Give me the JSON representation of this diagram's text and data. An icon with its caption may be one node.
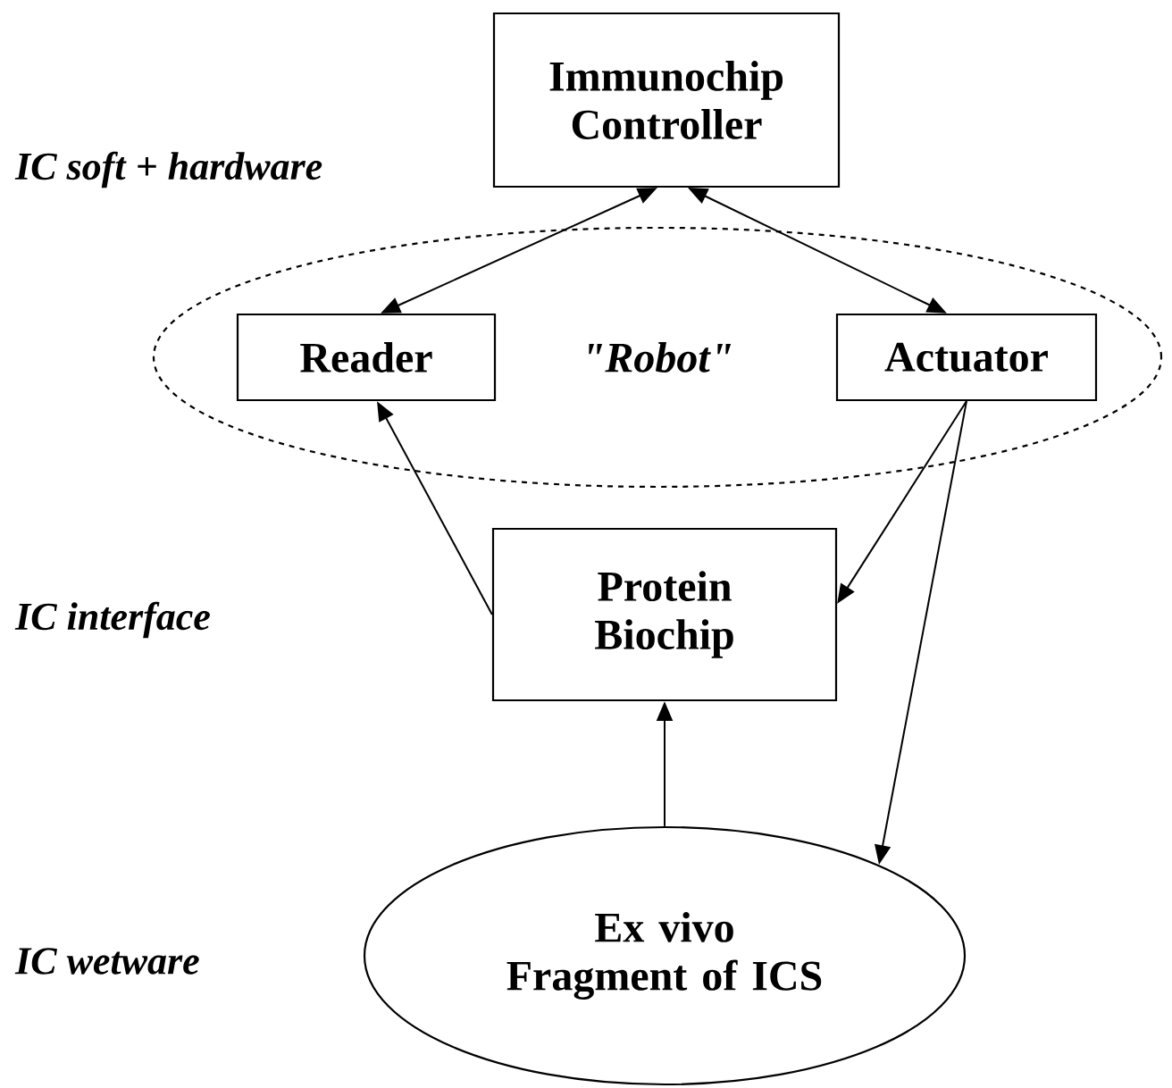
{
  "diagram": {
    "nodes": [
      {
        "text": [
          "Immunochip Controller"
        ]
      },
      {
        "text": [
          "\"Robot\""
        ]
      },
      {
        "text": [
          "Reader"
        ],
        "in": 1
      },
      {
        "text": [
          "Actuator"
        ],
        "in": 1
      },
      {
        "text": [
          "Protein Biochip"
        ]
      },
      {
        "text": [
          "Ex vivo Fragment of ICS"
        ]
      }
    ],
    "edges": [
      {
        "from": 0,
        "to": 2,
        "arrow": "both"
      },
      {
        "from": 0,
        "to": 3,
        "arrow": "both"
      },
      {
        "from": 4,
        "to": 2,
        "arrow": "to"
      },
      {
        "from": 3,
        "to": 4,
        "arrow": "to"
      },
      {
        "from": 3,
        "to": 5,
        "arrow": "to"
      },
      {
        "from": 5,
        "to": 4,
        "arrow": "to"
      }
    ],
    "labels": [
      "IC soft + hardware",
      "IC interface",
      "IC wetware"
    ]
  }
}
